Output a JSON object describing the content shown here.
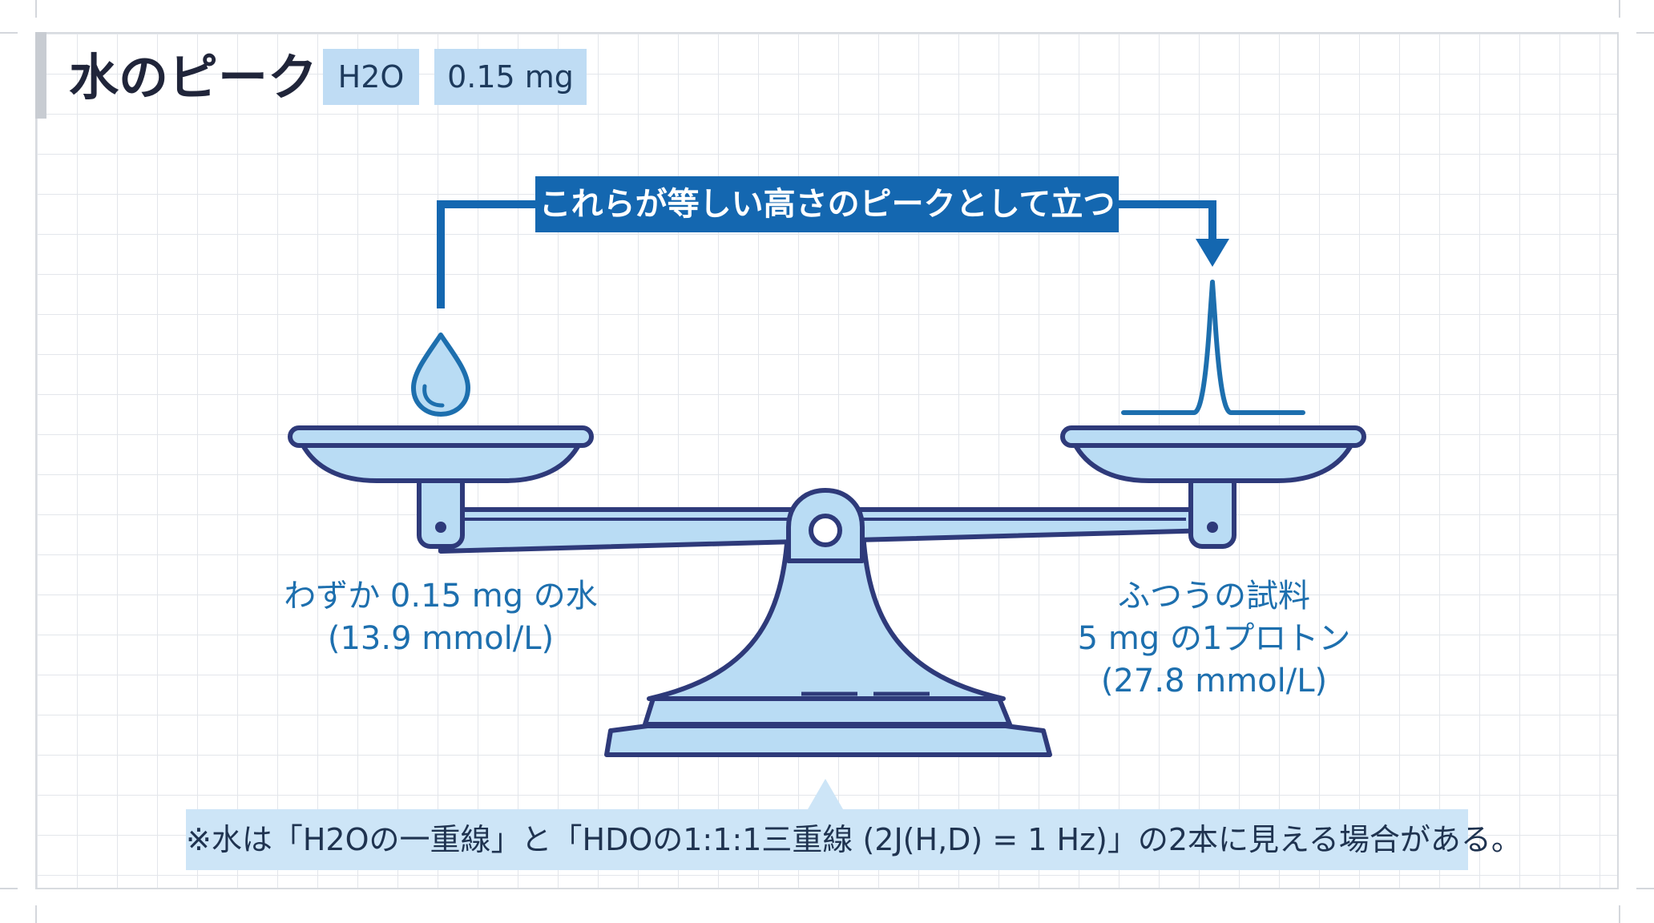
{
  "header": {
    "title": "水のピーク",
    "formula_chip": "H2O",
    "mass_chip": "0.15 mg"
  },
  "callout": {
    "text": "これらが等しい高さのピークとして立つ"
  },
  "left_pan": {
    "line1": "わずか 0.15 mg の水",
    "line2": "(13.9 mmol/L)",
    "icon": "water-drop-icon"
  },
  "right_pan": {
    "line1": "ふつうの試料",
    "line2": "5 mg の1プロトン",
    "line3": "(27.8 mmol/L)",
    "icon": "nmr-peak-icon"
  },
  "footnote": {
    "text": "※水は「H2Oの一重線」と「HDOの1:1:1三重線 (2J(H,D) = 1 Hz)」の2本に見える場合がある。"
  },
  "colors": {
    "accent": "#1467b0",
    "accent_light": "#bfdcf4",
    "outline": "#2e3a7a",
    "fill": "#b9dcf4",
    "text_blue": "#1d6fae",
    "title": "#20253a"
  }
}
